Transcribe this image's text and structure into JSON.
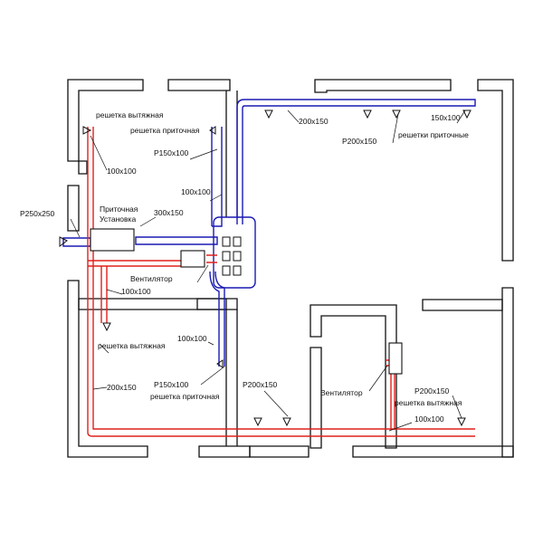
{
  "labels": {
    "exhaust_grille_top": "решетка вытяжная",
    "supply_grille_top": "решетка приточная",
    "p150x100_top": "P150x100",
    "d100x100_left": "100x100",
    "d100x100_mid": "100x100",
    "p250x250": "P250x250",
    "ahu_line1": "Приточная",
    "ahu_line2": "Установка",
    "d300x150": "300x150",
    "fan_left": "Вентилятор",
    "d100x100_under": "100x100",
    "exhaust_grille_left": "решетка вытяжная",
    "d100x100_lower": "100x100",
    "d200x150_left": "200x150",
    "p150x100_bottom": "P150x100",
    "supply_grille_bottom": "решетка приточная",
    "d200x150_top": "200x150",
    "d150x100_top": "150x100",
    "p200x150_top": "P200x150",
    "supply_grilles": "решетки приточные",
    "p200x150_mid": "P200x150",
    "fan_right": "Вентилятор",
    "p200x150_right": "P200x150",
    "exhaust_grille_right": "решетка вытяжная",
    "d100x100_bottom": "100x100"
  },
  "colors": {
    "wall": "#111111",
    "supply": "#1a1ab4",
    "exhaust": "#e0201c"
  }
}
